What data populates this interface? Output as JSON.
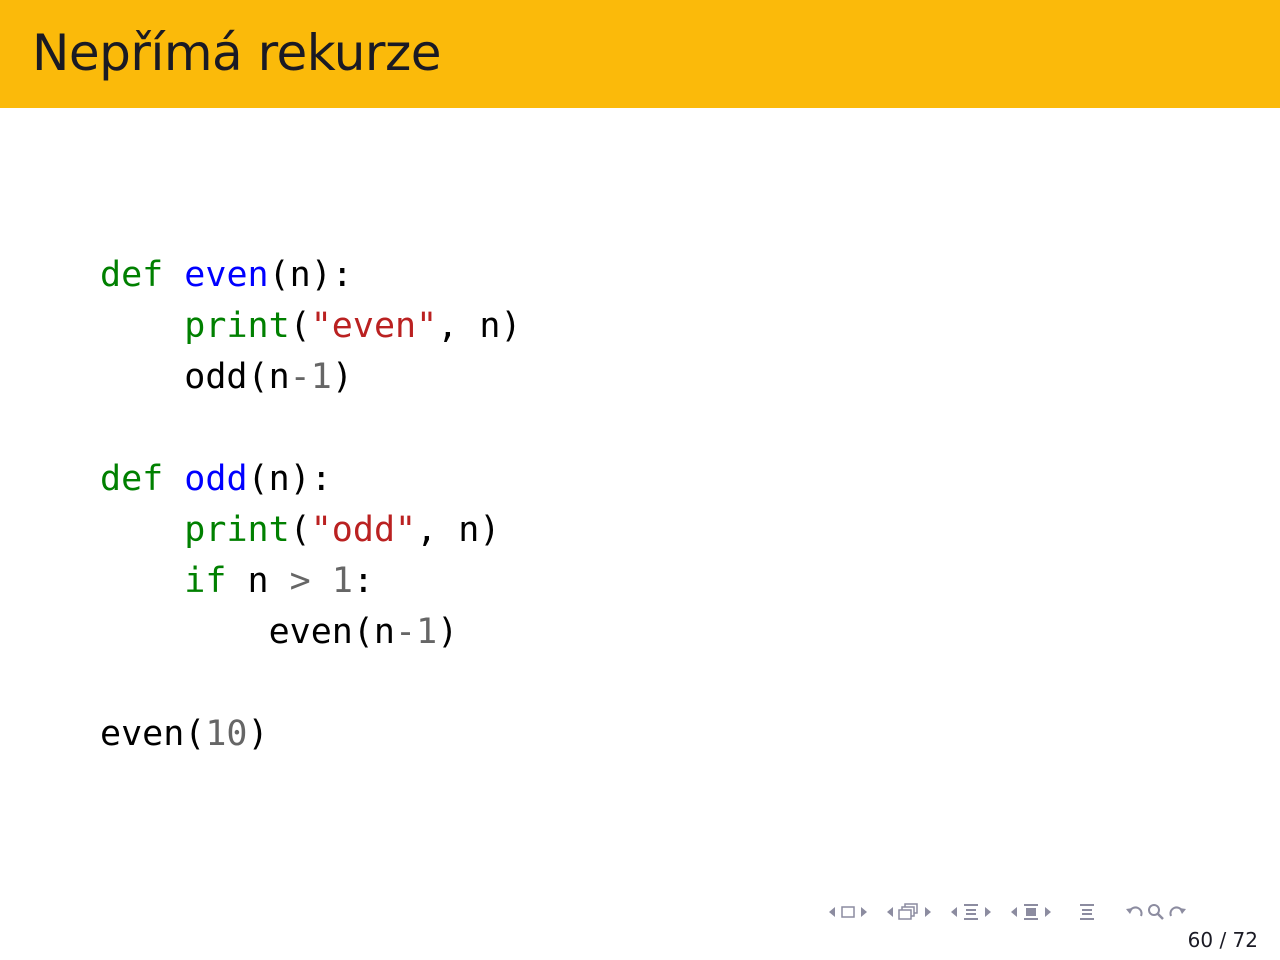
{
  "slide": {
    "title": "Nepřímá rekurze",
    "accent_color": "#fbba0a",
    "page_number": "60 / 72"
  },
  "code": {
    "language": "python",
    "lines": [
      [
        {
          "t": "def",
          "c": "kw"
        },
        {
          "t": " "
        },
        {
          "t": "even",
          "c": "fn"
        },
        {
          "t": "(n):"
        }
      ],
      [
        {
          "t": "    "
        },
        {
          "t": "print",
          "c": "kw"
        },
        {
          "t": "("
        },
        {
          "t": "\"even\"",
          "c": "str"
        },
        {
          "t": ", n)"
        }
      ],
      [
        {
          "t": "    odd(n"
        },
        {
          "t": "-",
          "c": "op"
        },
        {
          "t": "1",
          "c": "num"
        },
        {
          "t": ")"
        }
      ],
      [
        {
          "t": ""
        }
      ],
      [
        {
          "t": "def",
          "c": "kw"
        },
        {
          "t": " "
        },
        {
          "t": "odd",
          "c": "fn"
        },
        {
          "t": "(n):"
        }
      ],
      [
        {
          "t": "    "
        },
        {
          "t": "print",
          "c": "kw"
        },
        {
          "t": "("
        },
        {
          "t": "\"odd\"",
          "c": "str"
        },
        {
          "t": ", n)"
        }
      ],
      [
        {
          "t": "    "
        },
        {
          "t": "if",
          "c": "kw"
        },
        {
          "t": " n "
        },
        {
          "t": ">",
          "c": "op"
        },
        {
          "t": " "
        },
        {
          "t": "1",
          "c": "num"
        },
        {
          "t": ":"
        }
      ],
      [
        {
          "t": "        even(n"
        },
        {
          "t": "-",
          "c": "op"
        },
        {
          "t": "1",
          "c": "num"
        },
        {
          "t": ")"
        }
      ],
      [
        {
          "t": ""
        }
      ],
      [
        {
          "t": "even("
        },
        {
          "t": "10",
          "c": "num"
        },
        {
          "t": ")"
        }
      ]
    ],
    "colors": {
      "keyword": "#008000",
      "function_name": "#0000ff",
      "string": "#ba2121",
      "number": "#666666"
    }
  },
  "navigation": {
    "icons": [
      "nav-prev-frame-icon",
      "nav-frame-icon",
      "nav-next-frame-icon",
      "nav-prev-subsection-icon",
      "nav-subsection-icon",
      "nav-next-subsection-icon",
      "nav-prev-section-icon",
      "nav-section-icon",
      "nav-next-section-icon",
      "nav-document-icon",
      "nav-back-icon",
      "nav-search-icon",
      "nav-forward-icon"
    ]
  }
}
